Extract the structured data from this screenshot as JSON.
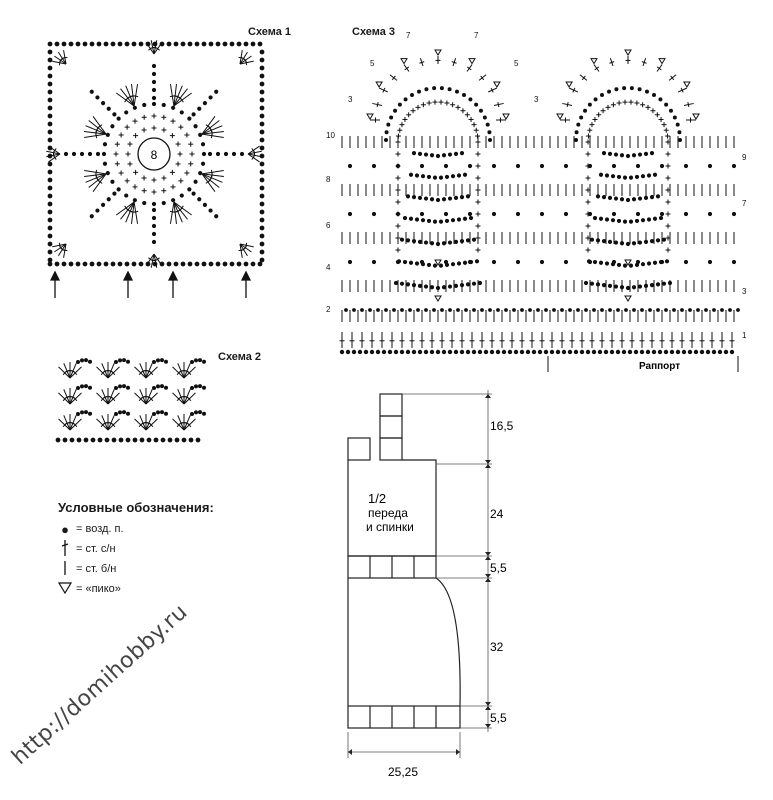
{
  "schemes": {
    "scheme1_title": "Схема 1",
    "scheme2_title": "Схема 2",
    "scheme3_title": "Схема 3",
    "center_number": "8",
    "rapport_label": "Раппорт",
    "left_rows": [
      "10",
      "8",
      "6",
      "4",
      "2"
    ],
    "right_rows": [
      "9",
      "7",
      "3",
      "1"
    ],
    "top_numbers": [
      "7",
      "7",
      "5",
      "5",
      "3",
      "3"
    ]
  },
  "legend": {
    "title": "Условные обозначения:",
    "items": [
      {
        "symbol_name": "chain-stitch",
        "text": "= возд. п."
      },
      {
        "symbol_name": "double-crochet",
        "text": "= ст. с/н"
      },
      {
        "symbol_name": "single-crochet",
        "text": "= ст. б/н"
      },
      {
        "symbol_name": "picot",
        "text": "= «пико»"
      }
    ]
  },
  "pattern": {
    "label_line1": "1/2",
    "label_line2": "переда",
    "label_line3": "и спинки",
    "dims_right": [
      "16,5",
      "24",
      "5,5",
      "32",
      "5,5"
    ],
    "dim_bottom": "25,25"
  },
  "watermark": "http://domihobby.ru"
}
